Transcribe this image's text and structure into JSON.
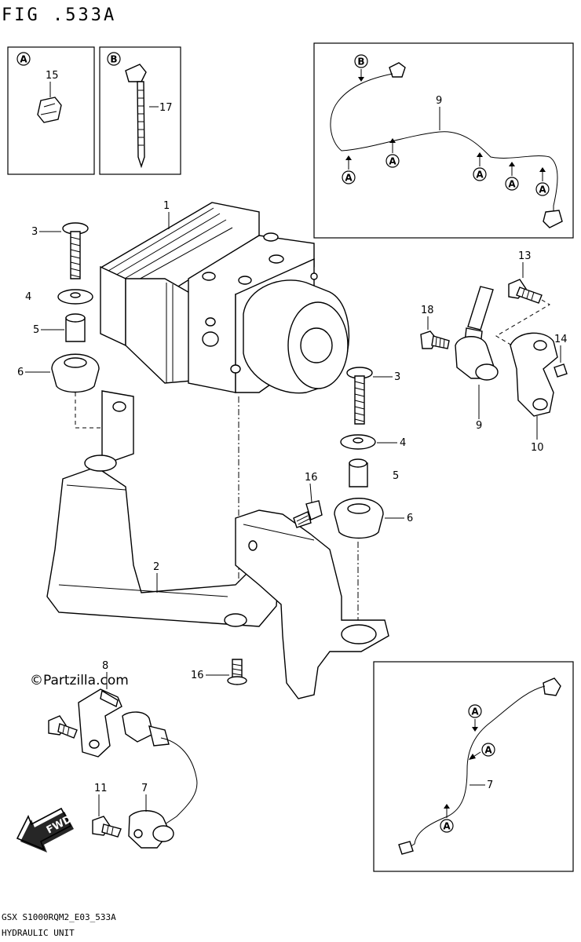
{
  "figure": {
    "title": "FIG .533A",
    "footer_code": "GSX S1000RQM2_E03_533A",
    "footer_name": "HYDRAULIC UNIT",
    "watermark": "©Partzilla.com",
    "fwd": "FWD"
  },
  "insets": {
    "a_letter": "A",
    "b_letter": "B",
    "a_part": "15",
    "b_part": "17"
  },
  "callouts": {
    "c1": "1",
    "c2": "2",
    "c3a": "3",
    "c3b": "3",
    "c4a": "4",
    "c4b": "4",
    "c5a": "5",
    "c5b": "5",
    "c6a": "6",
    "c6b": "6",
    "c7": "7",
    "c7b": "7",
    "c8": "8",
    "c9": "9",
    "c9b": "9",
    "c10": "10",
    "c11": "11",
    "c13": "13",
    "c14": "14",
    "c16a": "16",
    "c16b": "16",
    "c18": "18"
  },
  "markers": {
    "a": "A",
    "b": "B"
  }
}
